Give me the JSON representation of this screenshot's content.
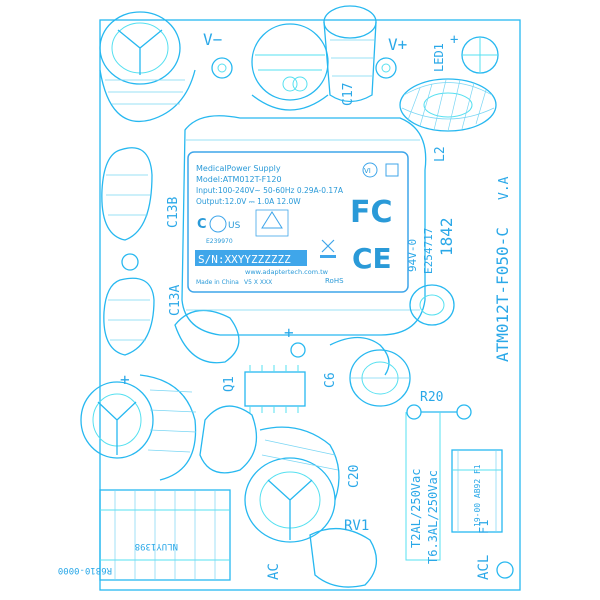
{
  "labels": {
    "v_minus": "V−",
    "v_plus": "V+",
    "led1": "LED1",
    "c17": "C17",
    "l2": "L2",
    "c13b": "C13B",
    "c13a": "C13A",
    "c6": "C6",
    "q1": "Q1",
    "c20": "C20",
    "rv1": "RV1",
    "r20": "R20",
    "ac_left": "AC",
    "acl": "ACL",
    "f1": "F1",
    "fuse1": "T2AL/250Vac",
    "fuse2": "T6.3AL/250Vac",
    "board_id": "ATM012T-F050-C",
    "board_rev": "V.A",
    "v0": "94V-0",
    "cert": "E254717",
    "date_code": "1842",
    "choke_text1": "R6810-0000",
    "choke_text2": "NLUY1398",
    "fuse_part": "19-00 AB92 F1",
    "plus": "+"
  },
  "sticker": {
    "title": "MedicalPower Supply",
    "model": "Model:ATM012T-F120",
    "input": "Input:100-240V~ 50-60Hz 0.29A-0.17A",
    "output": "Output:12.0V ⎓ 1.0A 12.0W",
    "ul_c": "C",
    "ul_us": "US",
    "ul_num": "E239970",
    "serial": "S/N:XXYYZZZZZZ",
    "website": "www.adaptertech.com.tw",
    "made_in": "Made in China",
    "version": "V5  X  XXX",
    "vi": "VI",
    "fc": "FC",
    "ce": "CE",
    "rohs": "RoHS"
  }
}
